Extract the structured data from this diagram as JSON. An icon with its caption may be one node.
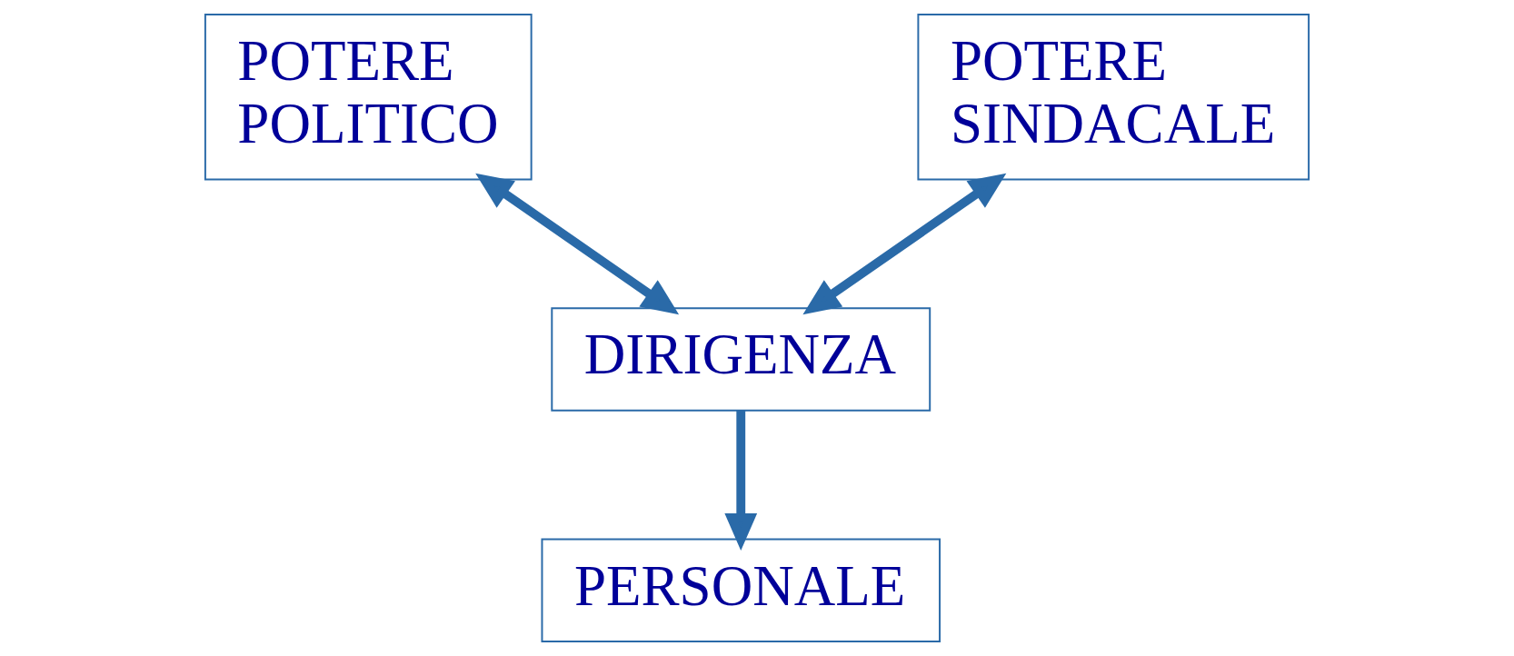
{
  "diagram": {
    "nodes": [
      {
        "text": [
          "POTERE POLITICO"
        ]
      },
      {
        "text": [
          "POTERE SINDACALE"
        ]
      },
      {
        "text": [
          "DIRIGENZA"
        ]
      },
      {
        "text": [
          "PERSONALE"
        ]
      }
    ],
    "edges": [
      {
        "from": 0,
        "to": 2,
        "arrow": "both"
      },
      {
        "from": 1,
        "to": 2,
        "arrow": "both"
      },
      {
        "from": 2,
        "to": 3,
        "arrow": "to"
      }
    ]
  }
}
